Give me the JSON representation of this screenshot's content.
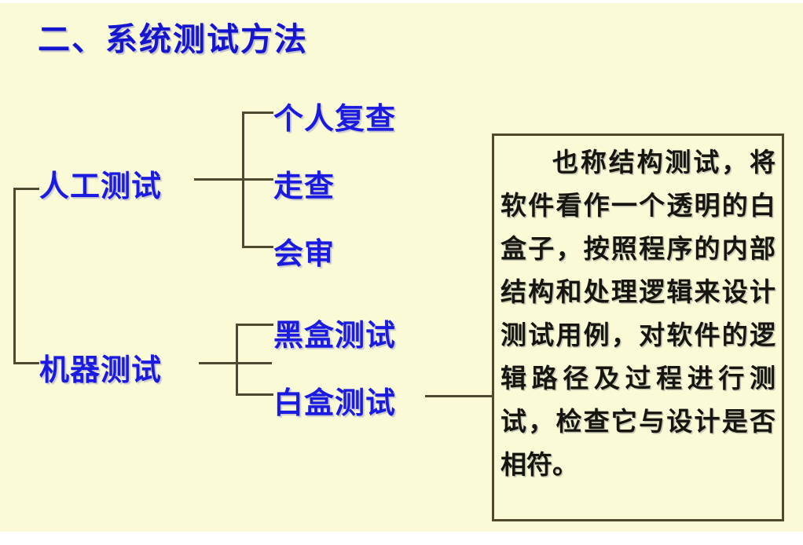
{
  "slide": {
    "title": "二、系统测试方法",
    "background_color": "#fbfad6",
    "title_color": "#1515d0",
    "node_color": "#1a1ae0",
    "line_color": "#4d4a31",
    "box_border_color": "#50492c"
  },
  "tree": {
    "root_label": "",
    "branches": [
      {
        "label": "人工测试",
        "children": [
          {
            "label": "个人复查"
          },
          {
            "label": "走查"
          },
          {
            "label": "会审"
          }
        ]
      },
      {
        "label": "机器测试",
        "children": [
          {
            "label": "黑盒测试"
          },
          {
            "label": "白盒测试"
          }
        ]
      }
    ]
  },
  "callout": {
    "linked_from": "白盒测试",
    "text": "也称结构测试，将软件看作一个透明的白盒子，按照程序的内部结构和处理逻辑来设计测试用例，对软件的逻辑路径及过程进行测试，检查它与设计是否相符。"
  }
}
